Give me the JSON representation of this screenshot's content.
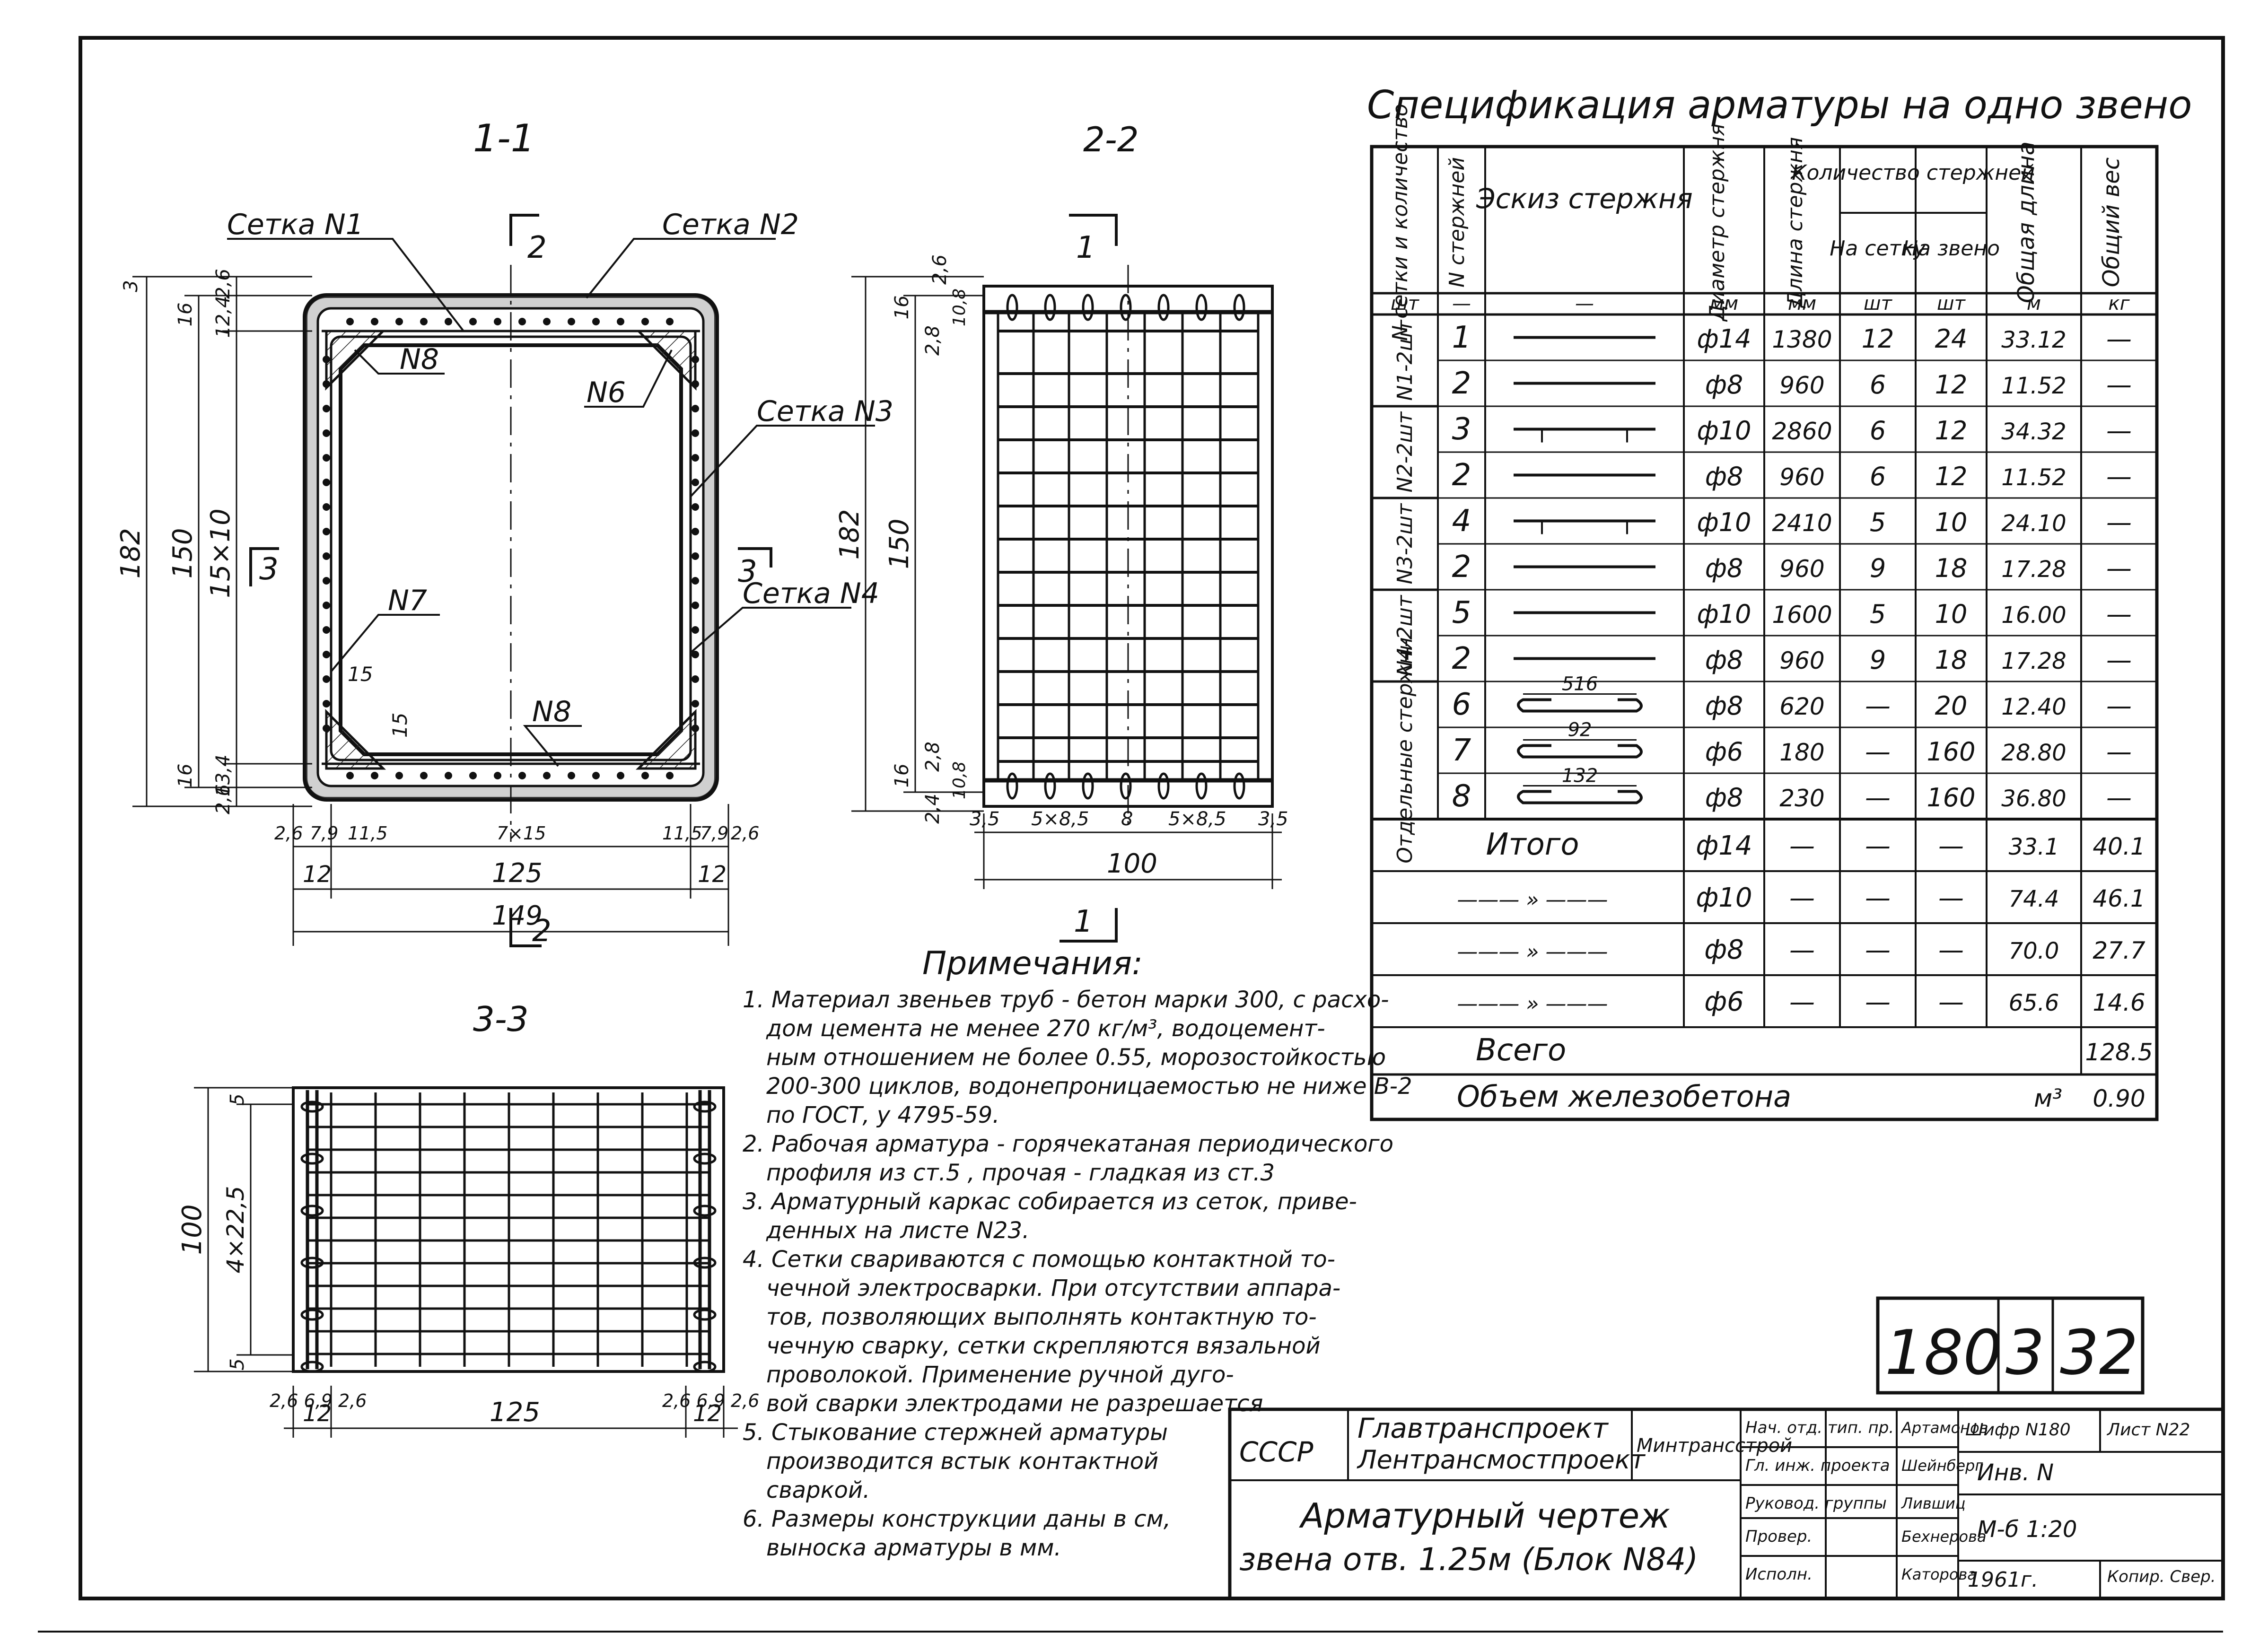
{
  "sections": {
    "s11": "1-1",
    "s22": "2-2",
    "s33": "3-3",
    "cut2_top": "2",
    "cut2_bot": "2",
    "cut1_top": "1",
    "cut1_bot": "1",
    "cut3_left": "3",
    "cut3_right": "3"
  },
  "callouts": {
    "mesh1": "Сетка N1",
    "mesh2": "Сетка N2",
    "mesh3": "Сетка N3",
    "mesh4": "Сетка N4",
    "n8_top": "N8",
    "n6": "N6",
    "n7": "N7",
    "n8_bot": "N8"
  },
  "dims_11": {
    "h182": "182",
    "h150": "150",
    "h15x10": "15×10",
    "t3": "3",
    "t16": "16",
    "t12": "12,4",
    "t26": "2,6",
    "b16": "16",
    "b26": "2,6",
    "b134": "13,4",
    "small15a": "15",
    "small15b": "15",
    "bottom_chain": [
      "2,6",
      "7,9",
      "11,5",
      "7×15",
      "11,5",
      "7,9",
      "2,6"
    ],
    "w12a": "12",
    "w125": "125",
    "w12b": "12",
    "w149": "149"
  },
  "dims_22": {
    "h182": "182",
    "h150": "150",
    "t26": "2,6",
    "t16": "16",
    "t28": "2,8",
    "t108": "10,8",
    "b16": "16",
    "b28": "2,8",
    "b108": "10,8",
    "b24": "2,4",
    "bottom_chain": [
      "3,5",
      "5×8,5",
      "8",
      "5×8,5",
      "3,5"
    ],
    "w100": "100"
  },
  "dims_33": {
    "h100": "100",
    "h4x225": "4×22,5",
    "t5": "5",
    "b5": "5",
    "chain_left": "2,6 6,9 2,6",
    "chain_right": "2,6 6,9 2,6",
    "w12a": "12",
    "w125": "125",
    "w12b": "12"
  },
  "spec": {
    "title": "Спецификация арматуры на одно звено",
    "headers": {
      "mesh": "N сетки и количество",
      "bar": "N стержней",
      "sketch": "Эскиз стержня",
      "diam": "Диаметр стержня",
      "len": "Длина стержня",
      "qty": "Количество стержней",
      "qty_mesh": "На сетку",
      "qty_link": "На звено",
      "total_len": "Общая длина",
      "total_wt": "Общий вес"
    },
    "units": [
      "шт",
      "—",
      "—",
      "мм",
      "мм",
      "шт",
      "шт",
      "м",
      "кг"
    ],
    "groups": [
      "N1-2шт",
      "N2-2шт",
      "N3-2шт",
      "N4-2шт",
      "Отдельные стержни"
    ],
    "rows": [
      {
        "bar": "1",
        "sketch": "straight",
        "diam": "ф14",
        "len": "1380",
        "mesh": "12",
        "link": "24",
        "total": "33.12",
        "wt": "—"
      },
      {
        "bar": "2",
        "sketch": "straight",
        "diam": "ф8",
        "len": "960",
        "mesh": "6",
        "link": "12",
        "total": "11.52",
        "wt": "—"
      },
      {
        "bar": "3",
        "sketch": "ticks",
        "diam": "ф10",
        "len": "2860",
        "mesh": "6",
        "link": "12",
        "total": "34.32",
        "wt": "—"
      },
      {
        "bar": "2",
        "sketch": "straight",
        "diam": "ф8",
        "len": "960",
        "mesh": "6",
        "link": "12",
        "total": "11.52",
        "wt": "—"
      },
      {
        "bar": "4",
        "sketch": "ticks",
        "diam": "ф10",
        "len": "2410",
        "mesh": "5",
        "link": "10",
        "total": "24.10",
        "wt": "—"
      },
      {
        "bar": "2",
        "sketch": "straight",
        "diam": "ф8",
        "len": "960",
        "mesh": "9",
        "link": "18",
        "total": "17.28",
        "wt": "—"
      },
      {
        "bar": "5",
        "sketch": "straight",
        "diam": "ф10",
        "len": "1600",
        "mesh": "5",
        "link": "10",
        "total": "16.00",
        "wt": "—"
      },
      {
        "bar": "2",
        "sketch": "straight",
        "diam": "ф8",
        "len": "960",
        "mesh": "9",
        "link": "18",
        "total": "17.28",
        "wt": "—"
      },
      {
        "bar": "6",
        "sketch": "hook",
        "hook_label": "516",
        "diam": "ф8",
        "len": "620",
        "mesh": "—",
        "link": "20",
        "total": "12.40",
        "wt": "—"
      },
      {
        "bar": "7",
        "sketch": "hook",
        "hook_label": "92",
        "diam": "ф6",
        "len": "180",
        "mesh": "—",
        "link": "160",
        "total": "28.80",
        "wt": "—"
      },
      {
        "bar": "8",
        "sketch": "hook",
        "hook_label": "132",
        "diam": "ф8",
        "len": "230",
        "mesh": "—",
        "link": "160",
        "total": "36.80",
        "wt": "—"
      }
    ],
    "totals": [
      {
        "label": "Итого",
        "diam": "ф14",
        "c1": "—",
        "c2": "—",
        "c3": "—",
        "total": "33.1",
        "wt": "40.1"
      },
      {
        "label": "——— » ———",
        "diam": "ф10",
        "c1": "—",
        "c2": "—",
        "c3": "—",
        "total": "74.4",
        "wt": "46.1"
      },
      {
        "label": "——— » ———",
        "diam": "ф8",
        "c1": "—",
        "c2": "—",
        "c3": "—",
        "total": "70.0",
        "wt": "27.7"
      },
      {
        "label": "——— » ———",
        "diam": "ф6",
        "c1": "—",
        "c2": "—",
        "c3": "—",
        "total": "65.6",
        "wt": "14.6"
      }
    ],
    "grand_label": "Всего",
    "grand_value": "128.5",
    "concrete_label": "Объем железобетона",
    "concrete_unit": "м³",
    "concrete_value": "0.90"
  },
  "notes": {
    "title": "Примечания:",
    "lines": [
      "1. Материал звеньев труб - бетон марки 300, с расхо-",
      "дом цемента не менее 270 кг/м³, водоцемент-",
      "ным отношением не более 0.55, морозостойкостью",
      "200-300 циклов, водонепроницаемостью не ниже В-2",
      "по ГОСТ, у 4795-59.",
      "2. Рабочая арматура - горячекатаная периодического",
      "профиля из ст.5                , прочая - гладкая из ст.3",
      "3. Арматурный каркас собирается из сеток, приве-",
      "денных на листе N23.",
      "4. Сетки свариваются с помощью контактной то-",
      "чечной электросварки. При отсутствии аппара-",
      "тов, позволяющих выполнять контактную то-",
      "чечную сварку, сетки скрепляются вязальной",
      "проволокой. Применение ручной дуго-",
      "вой сварки электродами не разрешается",
      "5. Стыкование стержней арматуры",
      "производится встык контактной",
      "сваркой.",
      "6. Размеры конструкции даны в см,",
      "выноска арматуры в мм."
    ]
  },
  "stamp": {
    "code_a": "180",
    "code_b": "3",
    "code_c": "32",
    "country": "СССР",
    "org1": "Главтранспроект",
    "org2": "Лентрансмостпроект",
    "ministry": "Минтрансстрой",
    "title1": "Арматурный чертеж",
    "title2": "звена отв. 1.25м (Блок N84)",
    "roles": [
      "Нач. отд. тип. пр.",
      "Гл. инж. проекта",
      "Руковод. группы",
      "Провер.",
      "Исполн."
    ],
    "names": [
      "Артамонов",
      "Шейнберг",
      "Лившиц",
      "Бехнерова",
      "Каторова"
    ],
    "cipher_label": "Шифр N180",
    "sheet_label": "Лист N22",
    "inv": "Инв. N",
    "scale": "М-б 1:20",
    "year": "1961г.",
    "copy": "Копир. Свер."
  }
}
